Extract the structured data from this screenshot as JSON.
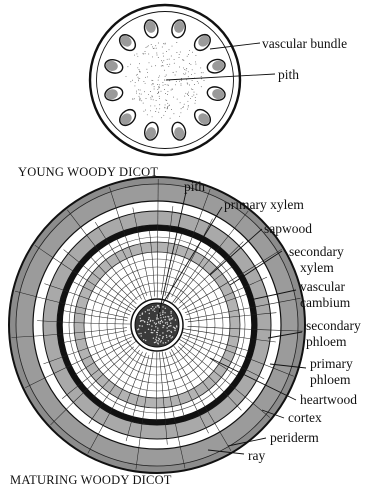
{
  "diagrams": [
    {
      "caption": "YOUNG WOODY DICOT",
      "labels": [
        "vascular bundle",
        "pith"
      ]
    },
    {
      "caption": "MATURING WOODY DICOT",
      "labels": [
        "pith",
        "primary xylem",
        "sapwood",
        "secondary",
        "xylem",
        "vascular",
        "cambium",
        "secondary",
        "phloem",
        "primary",
        "phloem",
        "heartwood",
        "cortex",
        "periderm",
        "ray"
      ]
    }
  ],
  "colors": {
    "ink": "#111111",
    "cortex_gray": "#8c8c8c",
    "phloem_gray": "#a9a9a9",
    "bundle_gray": "#9a9a9a",
    "pith_dark": "#3a3a3a",
    "paper": "#ffffff"
  }
}
